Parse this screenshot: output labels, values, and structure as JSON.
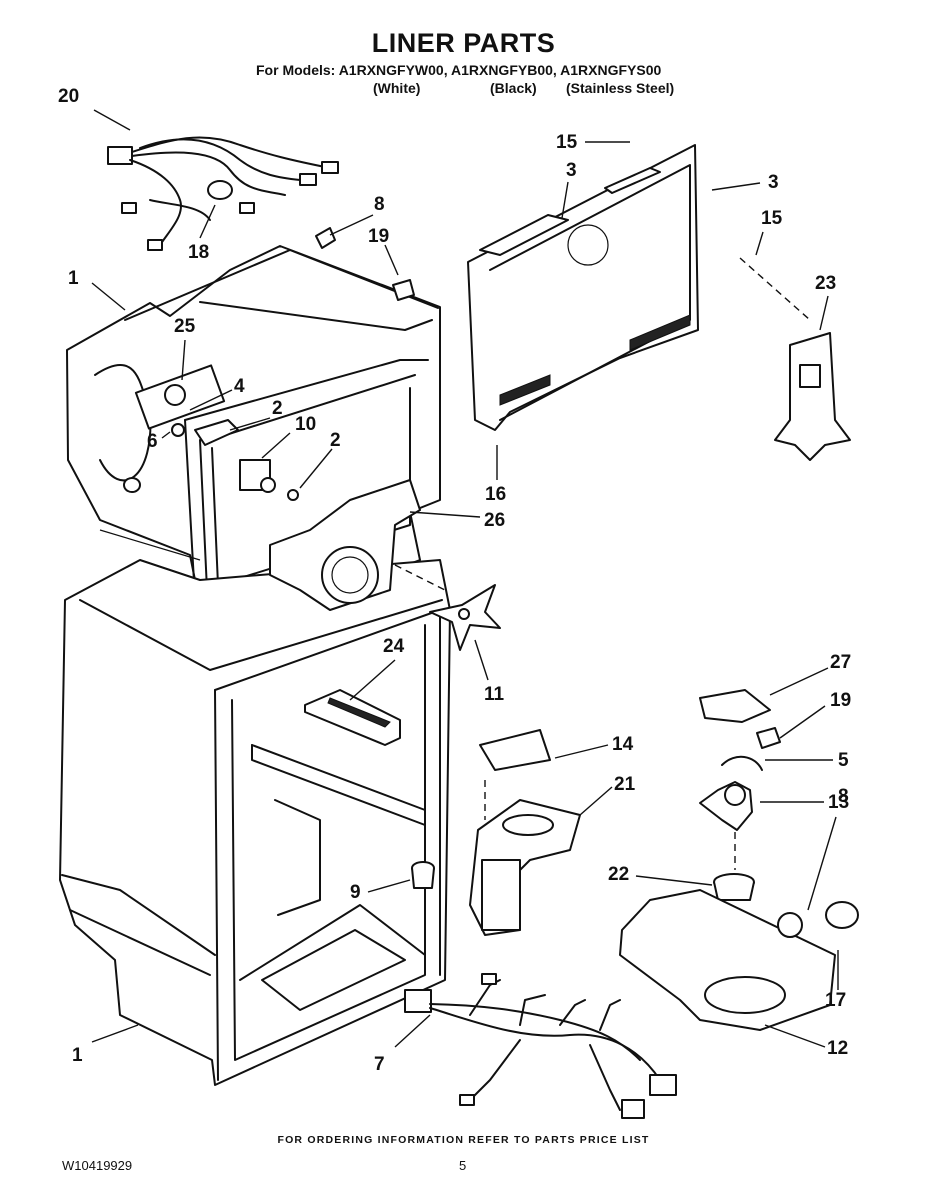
{
  "header": {
    "title": "LINER PARTS",
    "models_line": "For Models: A1RXNGFYW00, A1RXNGFYB00, A1RXNGFYS00",
    "finish_white": "(White)",
    "finish_black": "(Black)",
    "finish_stainless": "(Stainless Steel)"
  },
  "callouts": [
    "20",
    "18",
    "8",
    "19",
    "15",
    "3",
    "3",
    "15",
    "1",
    "25",
    "4",
    "6",
    "2",
    "10",
    "2",
    "23",
    "16",
    "26",
    "24",
    "11",
    "27",
    "19",
    "5",
    "14",
    "21",
    "13",
    "8",
    "9",
    "22",
    "17",
    "1",
    "7",
    "12"
  ],
  "footer": {
    "ordering_note": "FOR ORDERING INFORMATION REFER TO PARTS PRICE LIST",
    "doc_number": "W10419929",
    "page_number": "5"
  }
}
